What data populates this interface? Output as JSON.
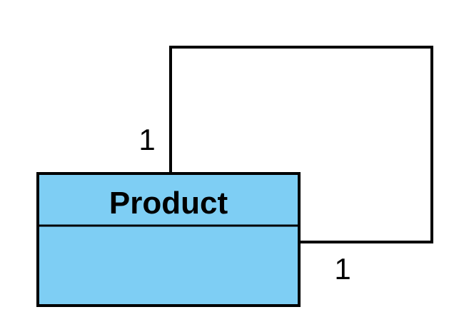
{
  "diagram": {
    "classes": [
      {
        "name": "Product",
        "fill": "#7ecef4",
        "stroke": "#000000"
      }
    ],
    "association": {
      "type": "self-association",
      "source_multiplicity": "1",
      "target_multiplicity": "1",
      "stroke": "#000000"
    }
  }
}
